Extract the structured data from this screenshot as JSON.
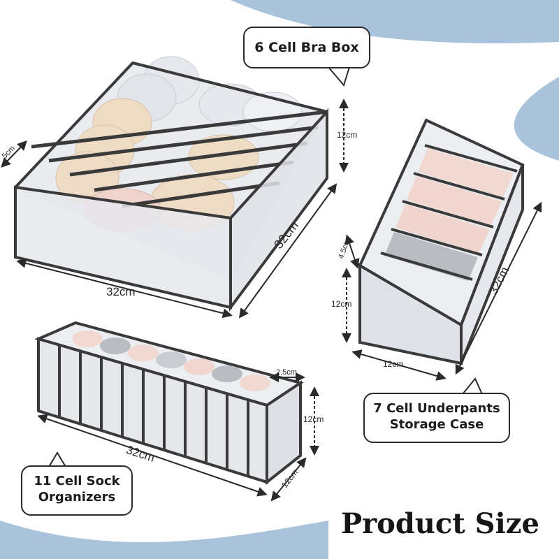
{
  "colors": {
    "accent_blue": "#a9c3dc",
    "frame": "#3a3a3a",
    "mesh": "#eceef2",
    "bra_beige": "#efdcc4",
    "bra_white": "#e7e8ee",
    "fabric_pink": "#f1d9d2",
    "fabric_grey": "#b9bcc2"
  },
  "title": "Product Size",
  "bra_box": {
    "callout": "6 Cell Bra Box",
    "dim_height": "12cm",
    "dim_cell": "5cm",
    "dim_front": "32cm",
    "dim_side": "32cm"
  },
  "underpants_case": {
    "callout_line1": "7 Cell Underpants",
    "callout_line2": "Storage Case",
    "dim_cell": "4.5cm",
    "dim_height": "12cm",
    "dim_width": "12cm",
    "dim_length": "32cm"
  },
  "sock_organizer": {
    "callout_line1": "11 Cell Sock",
    "callout_line2": "Organizers",
    "dim_cell": "2.5cm",
    "dim_height": "12cm",
    "dim_length": "32cm",
    "dim_width": "12cm"
  }
}
